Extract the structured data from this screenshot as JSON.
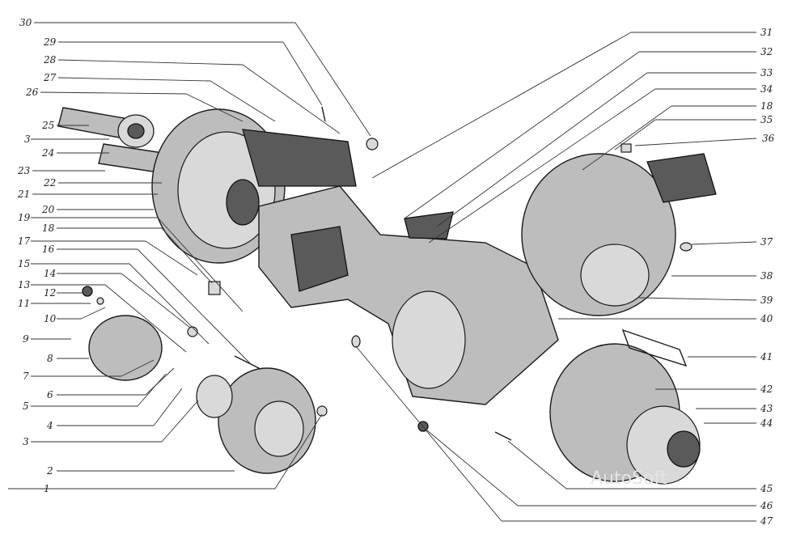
{
  "callouts": {
    "c1": "1",
    "c2": "2",
    "c3a": "3",
    "c3b": "3",
    "c4": "4",
    "c5": "5",
    "c6": "6",
    "c7": "7",
    "c8": "8",
    "c9": "9",
    "c10": "10",
    "c11": "11",
    "c12": "12",
    "c13": "13",
    "c14": "14",
    "c15": "15",
    "c16": "16",
    "c17": "17",
    "c18a": "18",
    "c18b": "18",
    "c19": "19",
    "c20": "20",
    "c21": "21",
    "c22": "22",
    "c23": "23",
    "c24": "24",
    "c25": "25",
    "c26": "26",
    "c27": "27",
    "c28": "28",
    "c29": "29",
    "c30": "30",
    "c31": "31",
    "c32": "32",
    "c33": "33",
    "c34": "34",
    "c35": "35",
    "c36": "36",
    "c37": "37",
    "c38": "38",
    "c39": "39",
    "c40": "40",
    "c41": "41",
    "c42": "42",
    "c43": "43",
    "c44": "44",
    "c45": "45",
    "c46": "46",
    "c47": "47"
  },
  "watermark": "AutoSoft"
}
